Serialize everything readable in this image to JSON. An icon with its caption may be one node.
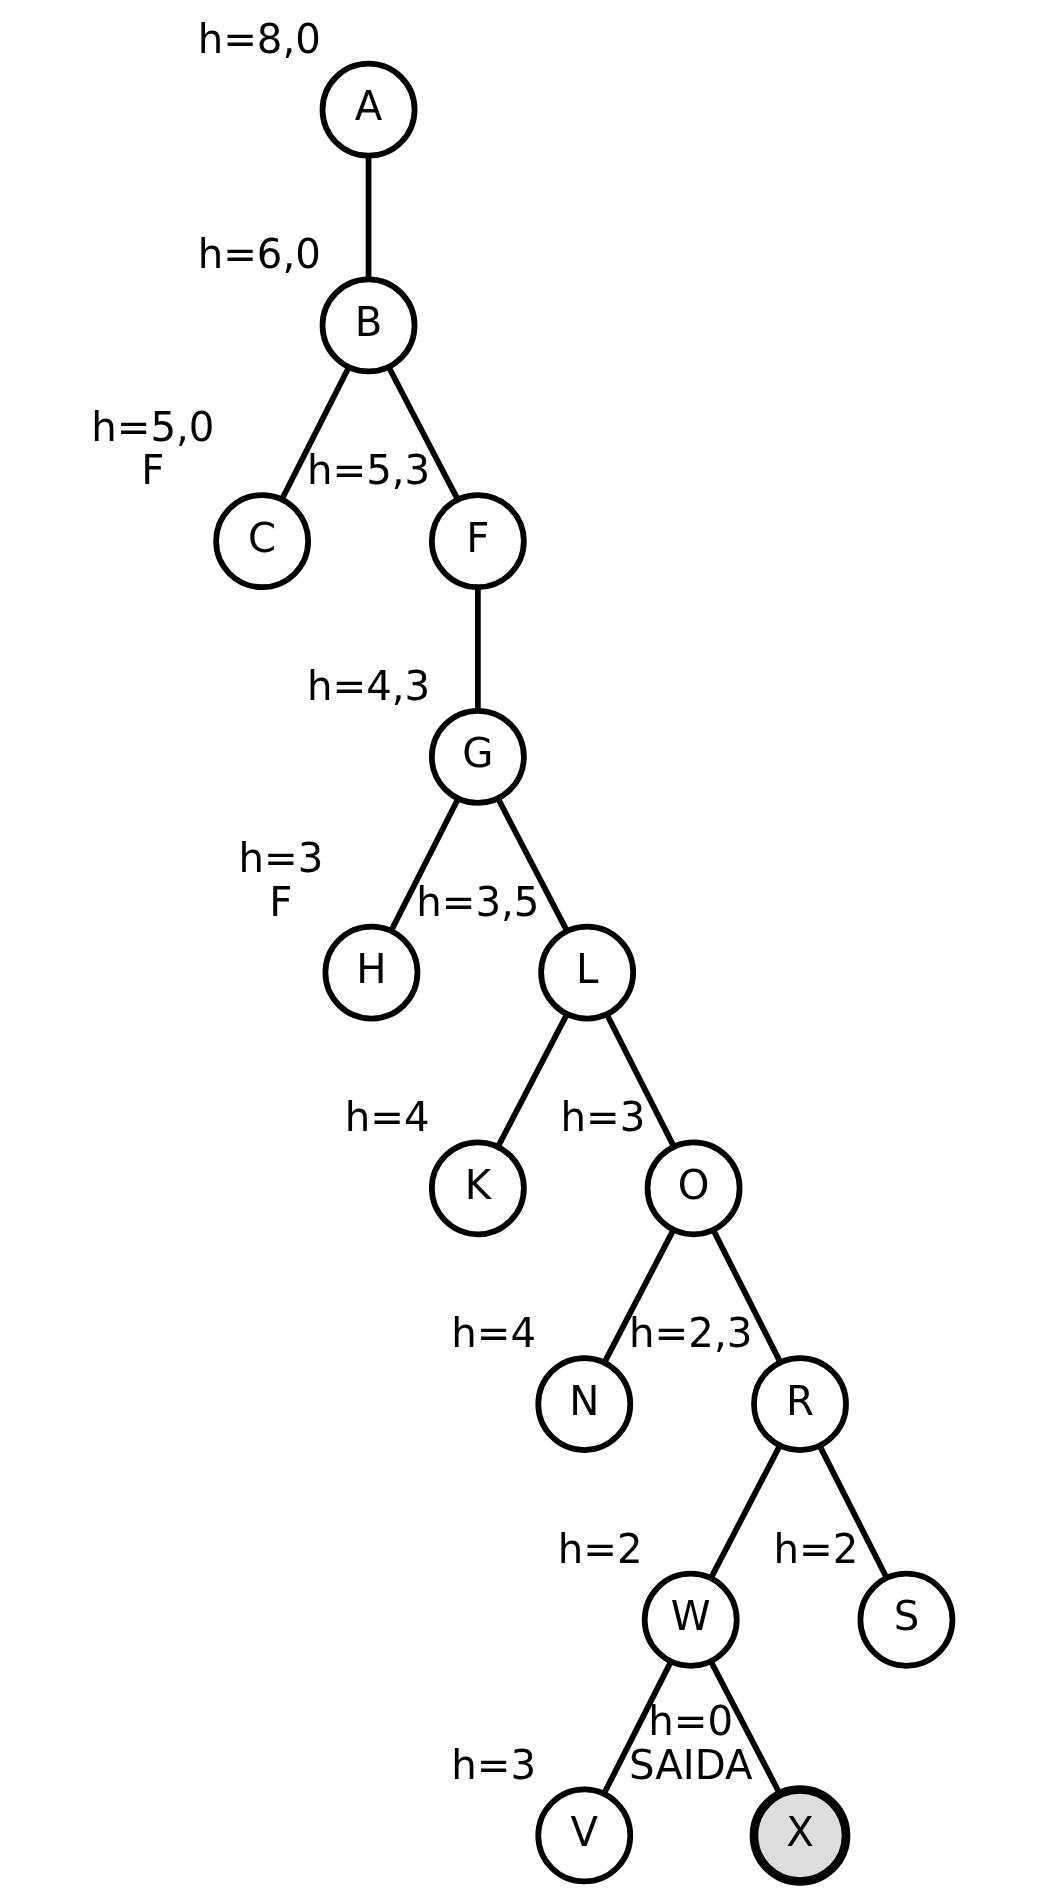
{
  "diagram": {
    "nodes": [
      {
        "text": [
          "A"
        ],
        "beside": [
          "h=8,0"
        ]
      },
      {
        "text": [
          "B"
        ],
        "beside": [
          "h=6,0"
        ]
      },
      {
        "text": [
          "C"
        ],
        "beside": [
          "h=5,0",
          "F"
        ]
      },
      {
        "text": [
          "F"
        ],
        "beside": [
          "h=5,3"
        ]
      },
      {
        "text": [
          "G"
        ],
        "beside": [
          "h=4,3"
        ]
      },
      {
        "text": [
          "H"
        ],
        "beside": [
          "h=3",
          "F"
        ]
      },
      {
        "text": [
          "L"
        ],
        "beside": [
          "h=3,5"
        ]
      },
      {
        "text": [
          "K"
        ],
        "beside": [
          "h=4"
        ]
      },
      {
        "text": [
          "O"
        ],
        "beside": [
          "h=3"
        ]
      },
      {
        "text": [
          "N"
        ],
        "beside": [
          "h=4"
        ]
      },
      {
        "text": [
          "R"
        ],
        "beside": [
          "h=2,3"
        ]
      },
      {
        "text": [
          "W"
        ],
        "beside": [
          "h=2"
        ]
      },
      {
        "text": [
          "S"
        ],
        "beside": [
          "h=2"
        ]
      },
      {
        "text": [
          "V"
        ],
        "beside": [
          "h=3"
        ]
      },
      {
        "text": [
          "X"
        ],
        "beside": [
          "h=0",
          "SAIDA"
        ]
      }
    ],
    "edges": [
      {
        "from": 0,
        "to": 1,
        "arrow": "none"
      },
      {
        "from": 1,
        "to": 2,
        "arrow": "none"
      },
      {
        "from": 1,
        "to": 3,
        "arrow": "none"
      },
      {
        "from": 3,
        "to": 4,
        "arrow": "none"
      },
      {
        "from": 4,
        "to": 5,
        "arrow": "none"
      },
      {
        "from": 4,
        "to": 6,
        "arrow": "none"
      },
      {
        "from": 6,
        "to": 7,
        "arrow": "none"
      },
      {
        "from": 6,
        "to": 8,
        "arrow": "none"
      },
      {
        "from": 8,
        "to": 9,
        "arrow": "none"
      },
      {
        "from": 8,
        "to": 10,
        "arrow": "none"
      },
      {
        "from": 10,
        "to": 11,
        "arrow": "none"
      },
      {
        "from": 10,
        "to": 12,
        "arrow": "none"
      },
      {
        "from": 11,
        "to": 13,
        "arrow": "none"
      },
      {
        "from": 11,
        "to": 14,
        "arrow": "none"
      }
    ]
  }
}
